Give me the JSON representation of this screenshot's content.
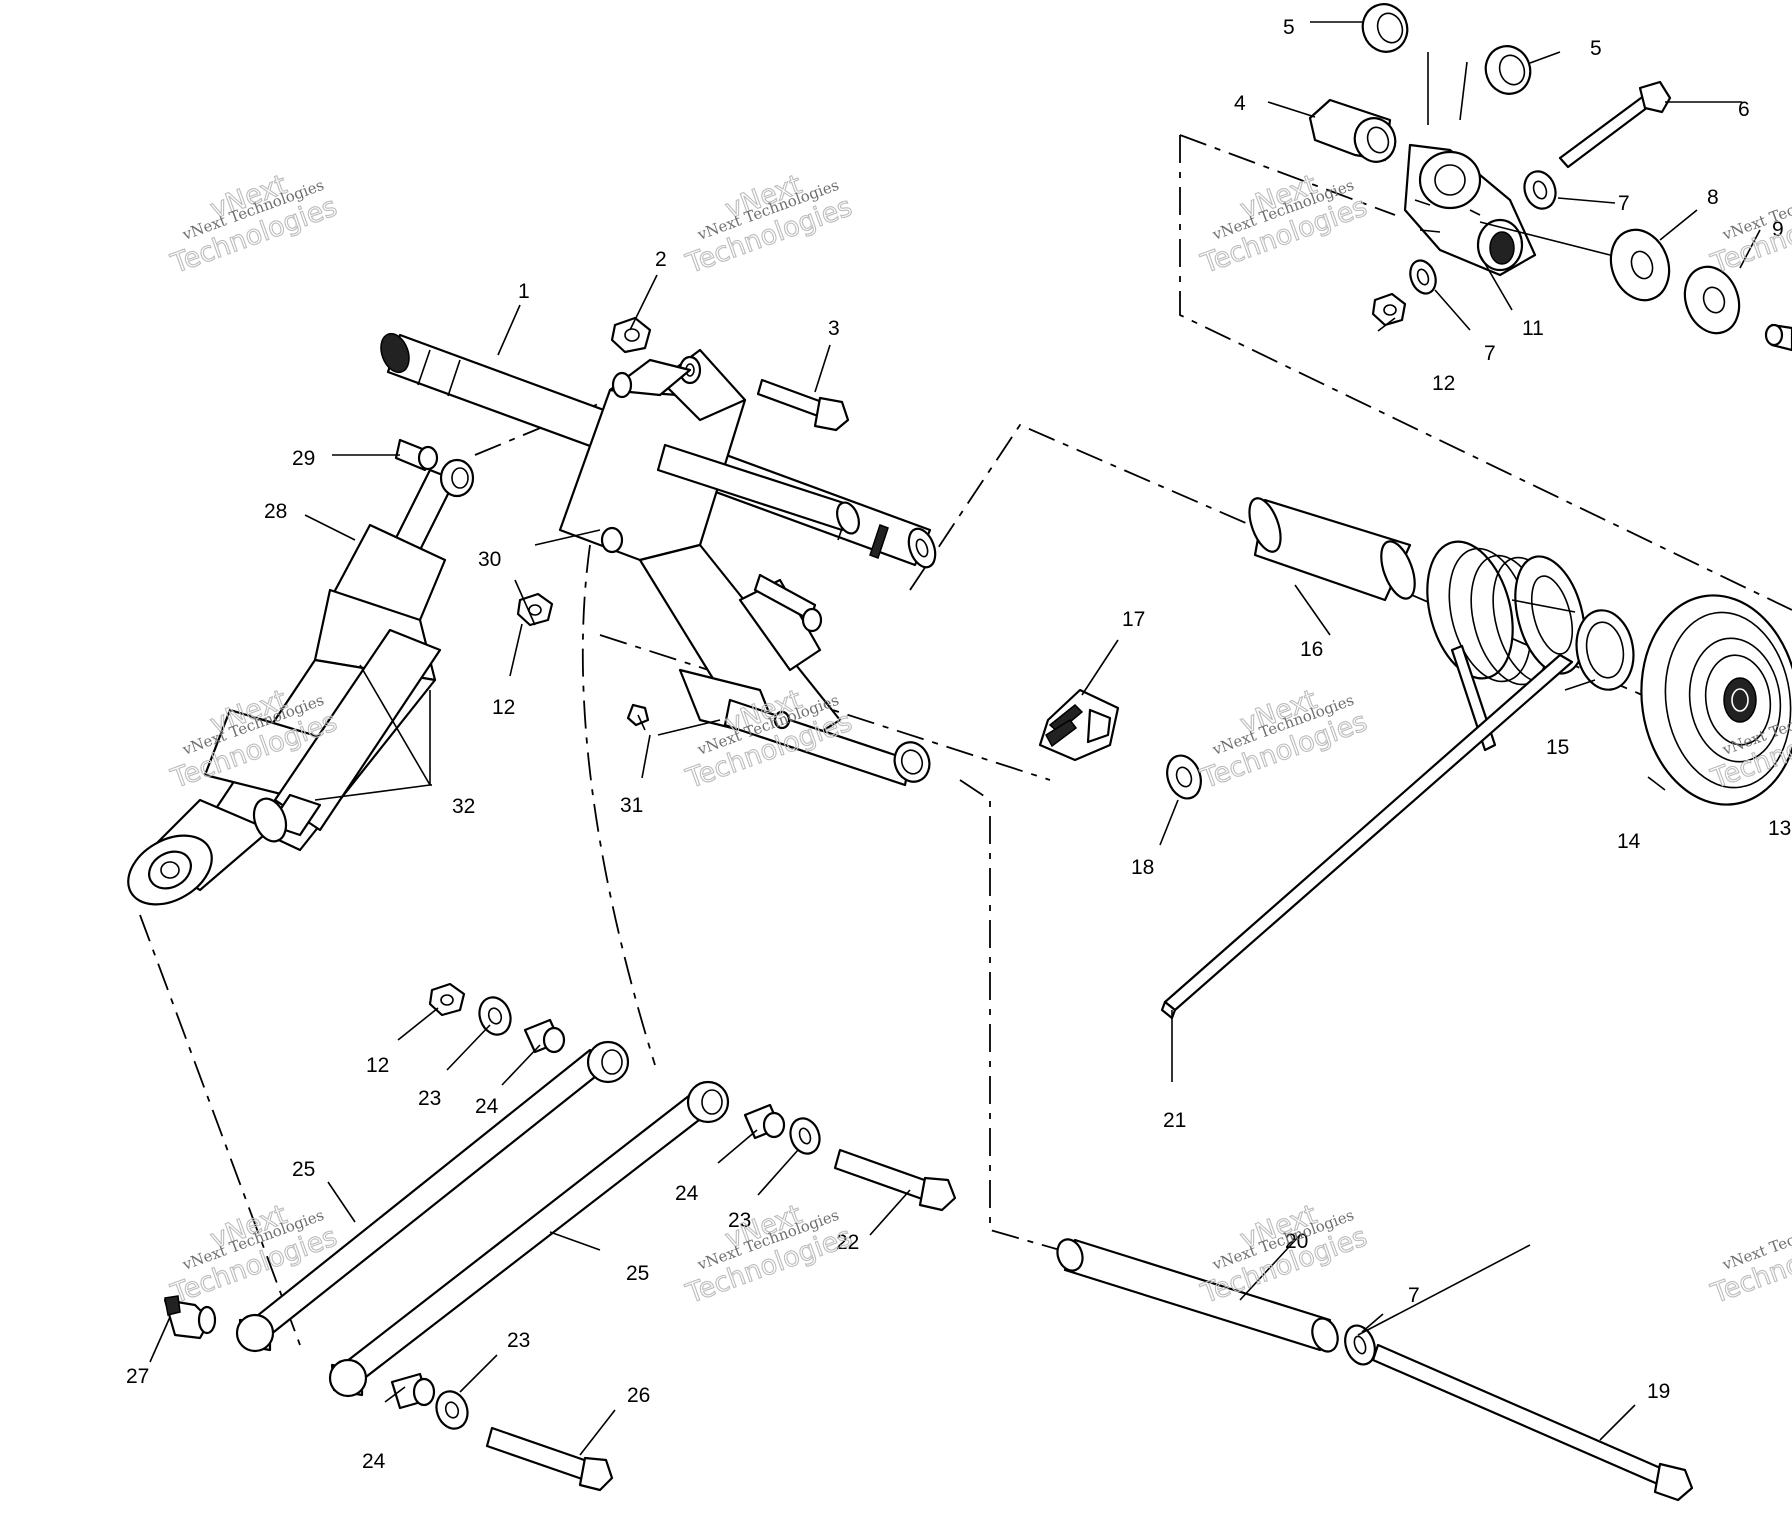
{
  "watermark": {
    "line_small": "vNext Technologies",
    "line_big_1": "vNext",
    "line_big_2": "Technologies"
  },
  "callouts": [
    "1",
    "2",
    "3",
    "4",
    "5",
    "5",
    "6",
    "7",
    "7",
    "7",
    "8",
    "9",
    "11",
    "12",
    "12",
    "12",
    "13",
    "14",
    "15",
    "16",
    "17",
    "18",
    "19",
    "20",
    "21",
    "22",
    "23",
    "23",
    "23",
    "24",
    "24",
    "24",
    "25",
    "25",
    "26",
    "27",
    "28",
    "29",
    "30",
    "31",
    "32"
  ]
}
